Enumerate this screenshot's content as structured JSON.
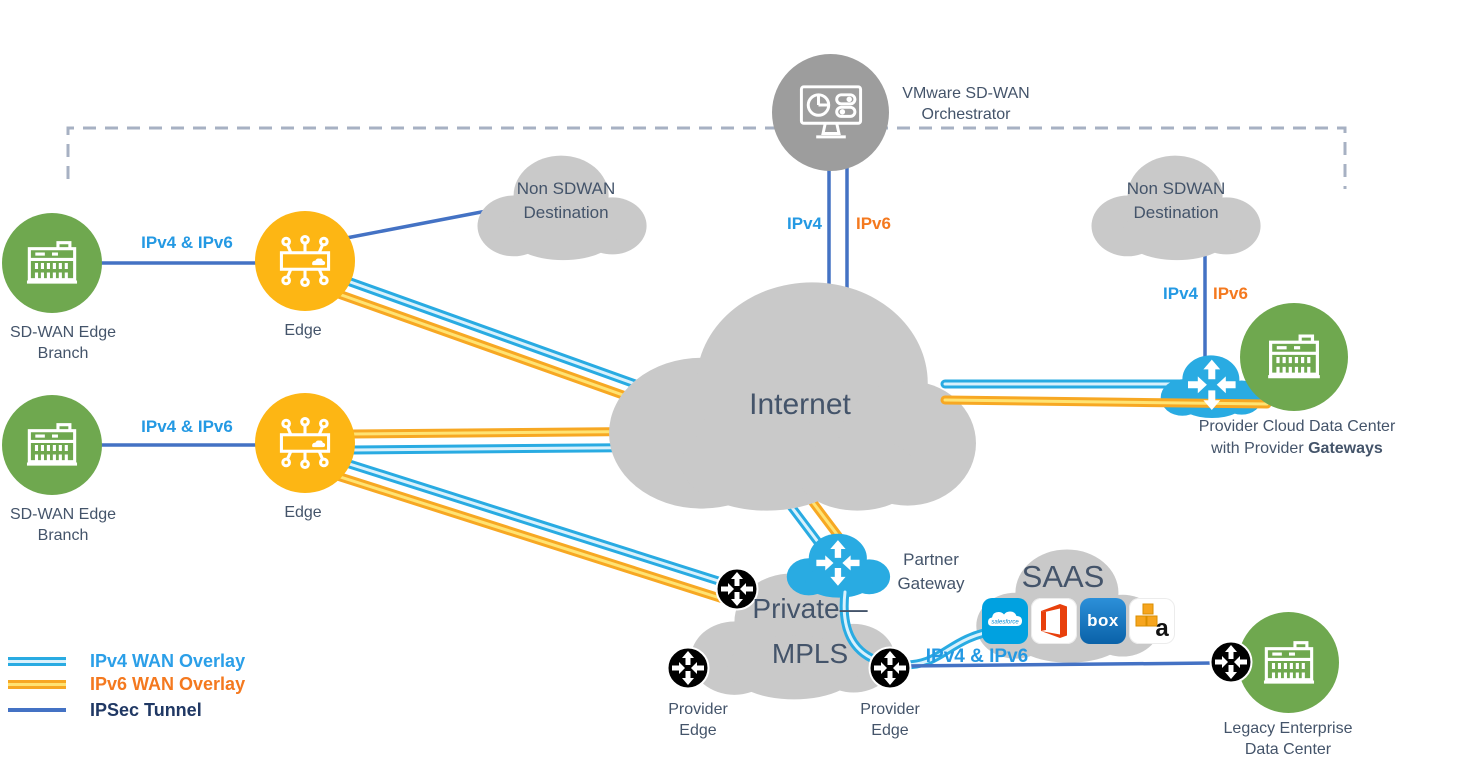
{
  "title": "VMware SD-WAN IPv4 and IPv6 network topology diagram",
  "colors": {
    "ipv4_overlay": "#29ABE2",
    "ipv6_overlay": "#F7A823",
    "ipsec_tunnel": "#4472C4",
    "cloud_gray": "#C9C9C9",
    "gateway_blue": "#29ABE2",
    "branch_green": "#6FA84F",
    "edge_yellow": "#FDB614",
    "orchestrator_gray": "#9D9D9D",
    "text_navy": "#44546A",
    "label_blue": "#2499E3",
    "label_orange": "#F4791F"
  },
  "nodes": {
    "orchestrator": {
      "line1": "VMware SD-WAN",
      "line2": "Orchestrator"
    },
    "branch_top": {
      "line1": "SD-WAN Edge",
      "line2": "Branch"
    },
    "branch_bottom": {
      "line1": "SD-WAN Edge",
      "line2": "Branch"
    },
    "edge_top": {
      "label": "Edge"
    },
    "edge_bottom": {
      "label": "Edge"
    },
    "non_sdwan_left": {
      "line1": "Non SDWAN",
      "line2": "Destination"
    },
    "non_sdwan_right": {
      "line1": "Non SDWAN",
      "line2": "Destination"
    },
    "internet": {
      "label": "Internet"
    },
    "mpls": {
      "line1": "Private—",
      "line2": "MPLS"
    },
    "partner_gateway": {
      "line1": "Partner",
      "line2": "Gateway"
    },
    "provider_cloud_dc": {
      "line1": "Provider Cloud Data Center",
      "line2_normal": "with Provider ",
      "line2_bold": "Gateways"
    },
    "saas": {
      "label": "SAAS",
      "salesforce_text": "salesforce",
      "box_text": "box",
      "aws_text": "a"
    },
    "provider_edge_left": {
      "line1": "Provider",
      "line2": "Edge"
    },
    "provider_edge_right": {
      "line1": "Provider",
      "line2": "Edge"
    },
    "legacy_dc": {
      "line1": "Legacy Enterprise",
      "line2": "Data Center"
    }
  },
  "link_labels": {
    "branch_top_edge": "IPv4 & IPv6",
    "branch_bottom_edge": "IPv4 & IPv6",
    "orchestrator_ipv4": "IPv4",
    "orchestrator_ipv6": "IPv6",
    "right_ipv4": "IPv4",
    "right_ipv6": "IPv6",
    "provider_edge_saas": "IPv4 & IPv6"
  },
  "legend": {
    "items": [
      {
        "label": "IPv4 WAN Overlay"
      },
      {
        "label": "IPv6 WAN Overlay"
      },
      {
        "label": "IPSec Tunnel"
      }
    ]
  }
}
